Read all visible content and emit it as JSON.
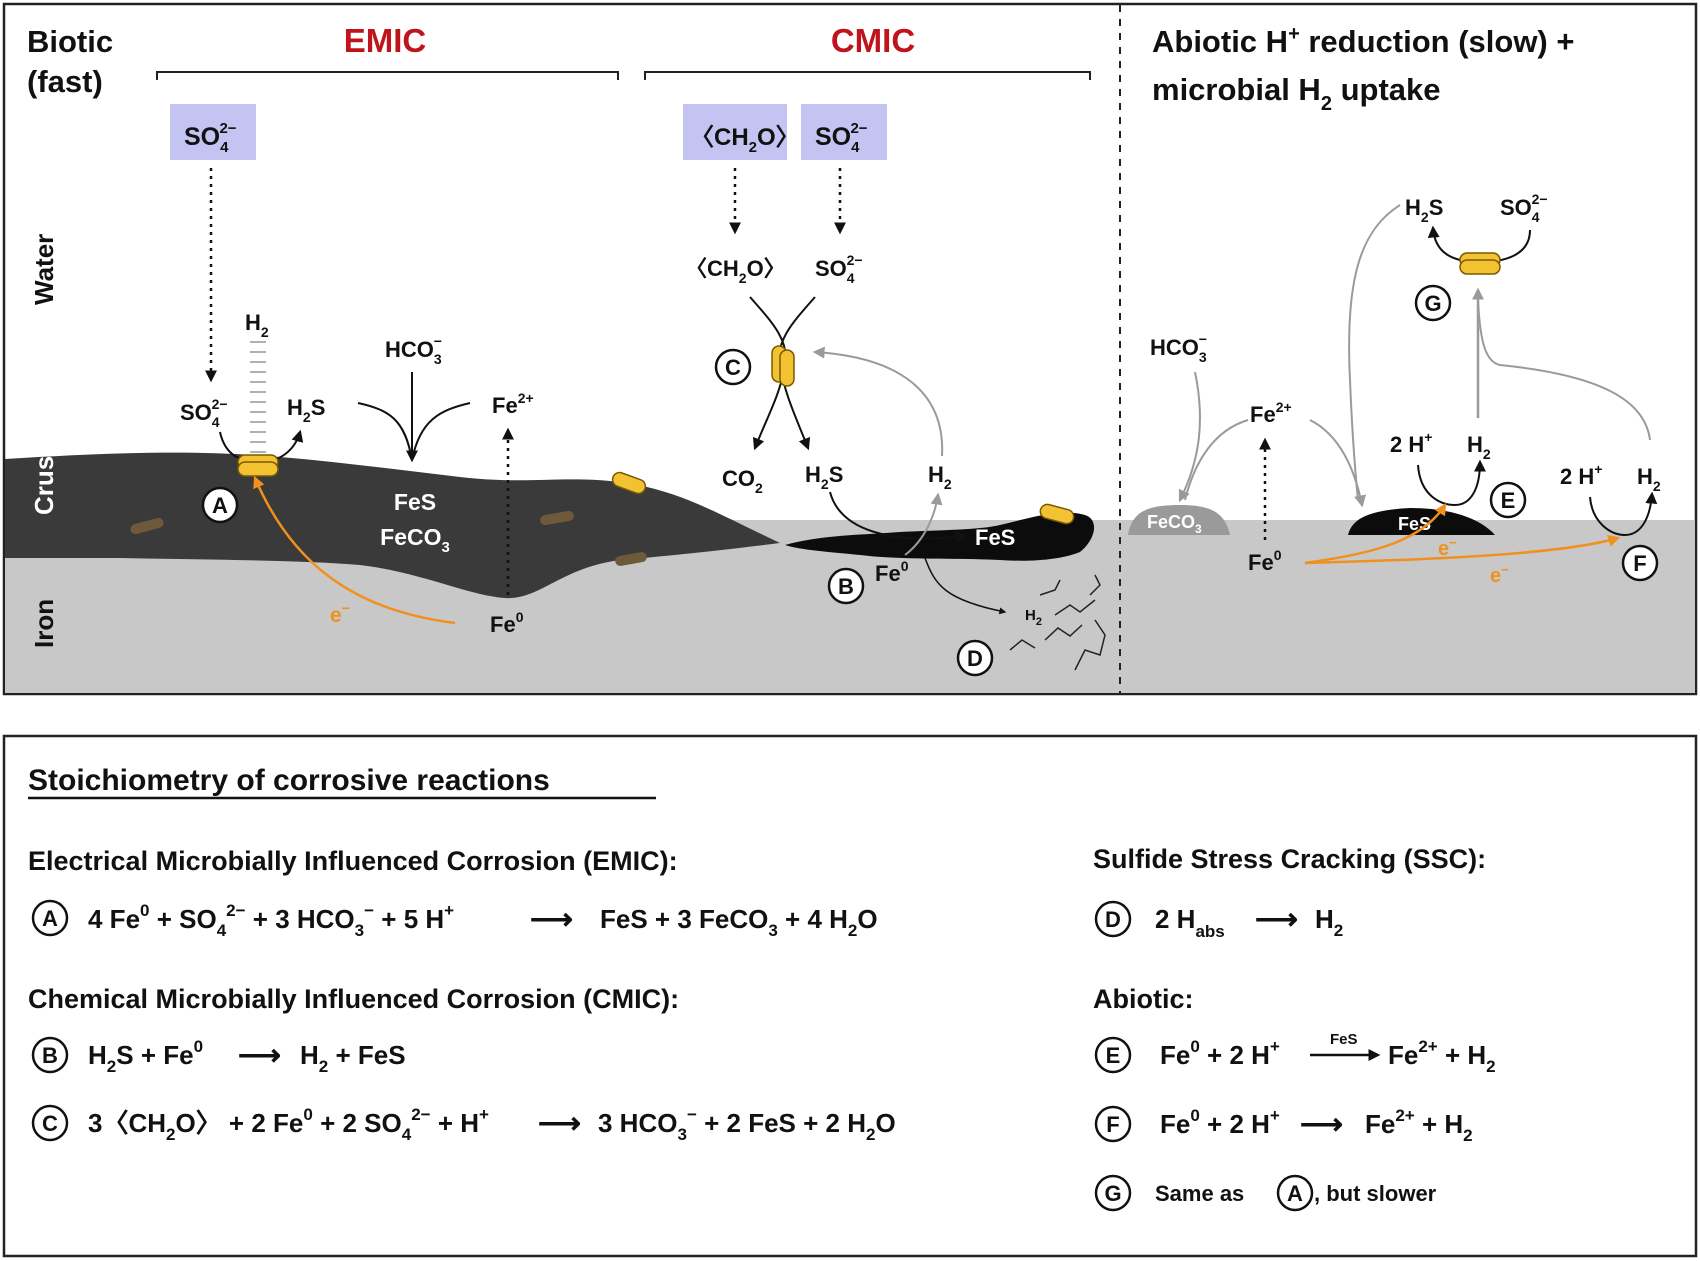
{
  "diagram": {
    "header": {
      "biotic_line1": "Biotic",
      "biotic_line2": "(fast)",
      "emic": "EMIC",
      "cmic": "CMIC",
      "abiotic_line1_a": "Abiotic H",
      "abiotic_line1_sup": "+",
      "abiotic_line1_b": " reduction (slow) +",
      "abiotic_line2_a": "microbial H",
      "abiotic_line2_sub": "2",
      "abiotic_line2_b": " uptake"
    },
    "layers": {
      "water": "Water",
      "crust": "Crust",
      "iron": "Iron"
    },
    "markers": {
      "a": "A",
      "b": "B",
      "c": "C",
      "d": "D",
      "e": "E",
      "f": "F",
      "g": "G"
    },
    "species": {
      "so4": "SO",
      "so4_sub": "4",
      "so4_sup": "2−",
      "ch2o_a": "〈CH",
      "ch2o_sub": "2",
      "ch2o_b": "O〉",
      "h2": "H",
      "h2_sub": "2",
      "h2s_a": "H",
      "h2s_sub": "2",
      "h2s_b": "S",
      "hco3": "HCO",
      "hco3_sub": "3",
      "hco3_sup": "−",
      "fe2": "Fe",
      "fe2_sup": "2+",
      "fe0": "Fe",
      "fe0_sup": "0",
      "fes": "FeS",
      "feco3": "FeCO",
      "feco3_sub": "3",
      "co2": "CO",
      "co2_sub": "2",
      "two_h": "2 H",
      "two_h_sup": "+",
      "electron": "e",
      "electron_sup": "−"
    },
    "colors": {
      "crust": "#3a3a3a",
      "iron": "#c8c8c8",
      "fes_deposit": "#0c0c0c",
      "label_box": "#c4c4f2",
      "microbe": "#f2c233",
      "electron_arrow": "#f0901e",
      "emic_title": "#c0141c",
      "grey_arrow": "#9a9a9a"
    }
  },
  "stoichiometry": {
    "title": "Stoichiometry of corrosive reactions",
    "emic_heading": "Electrical Microbially Influenced Corrosion (EMIC):",
    "cmic_heading": "Chemical Microbially Influenced Corrosion (CMIC):",
    "ssc_heading": "Sulfide Stress Cracking (SSC):",
    "abiotic_heading": "Abiotic:",
    "arrow": "⟶",
    "eq_a": {
      "lhs_p1": "4 Fe",
      "lhs_p1_sup": "0",
      "lhs_p2": " + SO",
      "lhs_p2_sub": "4",
      "lhs_p2_sup": "2−",
      "lhs_p3": " + 3 HCO",
      "lhs_p3_sub": "3",
      "lhs_p3_sup": "−",
      "lhs_p4": " + 5 H",
      "lhs_p4_sup": "+",
      "rhs_p1": "FeS + 3 FeCO",
      "rhs_p1_sub": "3",
      "rhs_p2": " + 4 H",
      "rhs_p2_sub": "2",
      "rhs_p3": "O"
    },
    "eq_b": {
      "lhs_p1": "H",
      "lhs_p1_sub": "2",
      "lhs_p2": "S + Fe",
      "lhs_p2_sup": "0",
      "rhs_p1": "H",
      "rhs_p1_sub": "2",
      "rhs_p2": " + FeS"
    },
    "eq_c": {
      "lhs_p1": "3〈CH",
      "lhs_p1_sub": "2",
      "lhs_p2": "O〉 + 2 Fe",
      "lhs_p2_sup": "0",
      "lhs_p3": " + 2 SO",
      "lhs_p3_sub": "4",
      "lhs_p3_sup": "2−",
      "lhs_p4": " + H",
      "lhs_p4_sup": "+",
      "rhs_p1": "3 HCO",
      "rhs_p1_sub": "3",
      "rhs_p1_sup": "−",
      "rhs_p2": " + 2 FeS + 2 H",
      "rhs_p2_sub": "2",
      "rhs_p3": "O"
    },
    "eq_d": {
      "lhs_p1": "2 H",
      "lhs_p1_sub": "abs",
      "rhs_p1": "H",
      "rhs_p1_sub": "2"
    },
    "eq_e": {
      "lhs_p1": "Fe",
      "lhs_p1_sup": "0",
      "lhs_p2": " + 2 H",
      "lhs_p2_sup": "+",
      "catalyst": "FeS",
      "rhs_p1": "Fe",
      "rhs_p1_sup": "2+",
      "rhs_p2": " + H",
      "rhs_p2_sub": "2"
    },
    "eq_f": {
      "lhs_p1": "Fe",
      "lhs_p1_sup": "0",
      "lhs_p2": " + 2 H",
      "lhs_p2_sup": "+",
      "rhs_p1": "Fe",
      "rhs_p1_sup": "2+",
      "rhs_p2": " + H",
      "rhs_p2_sub": "2"
    },
    "eq_g": {
      "p1": "Same as",
      "marker": "A",
      "p2": ", but slower"
    }
  }
}
